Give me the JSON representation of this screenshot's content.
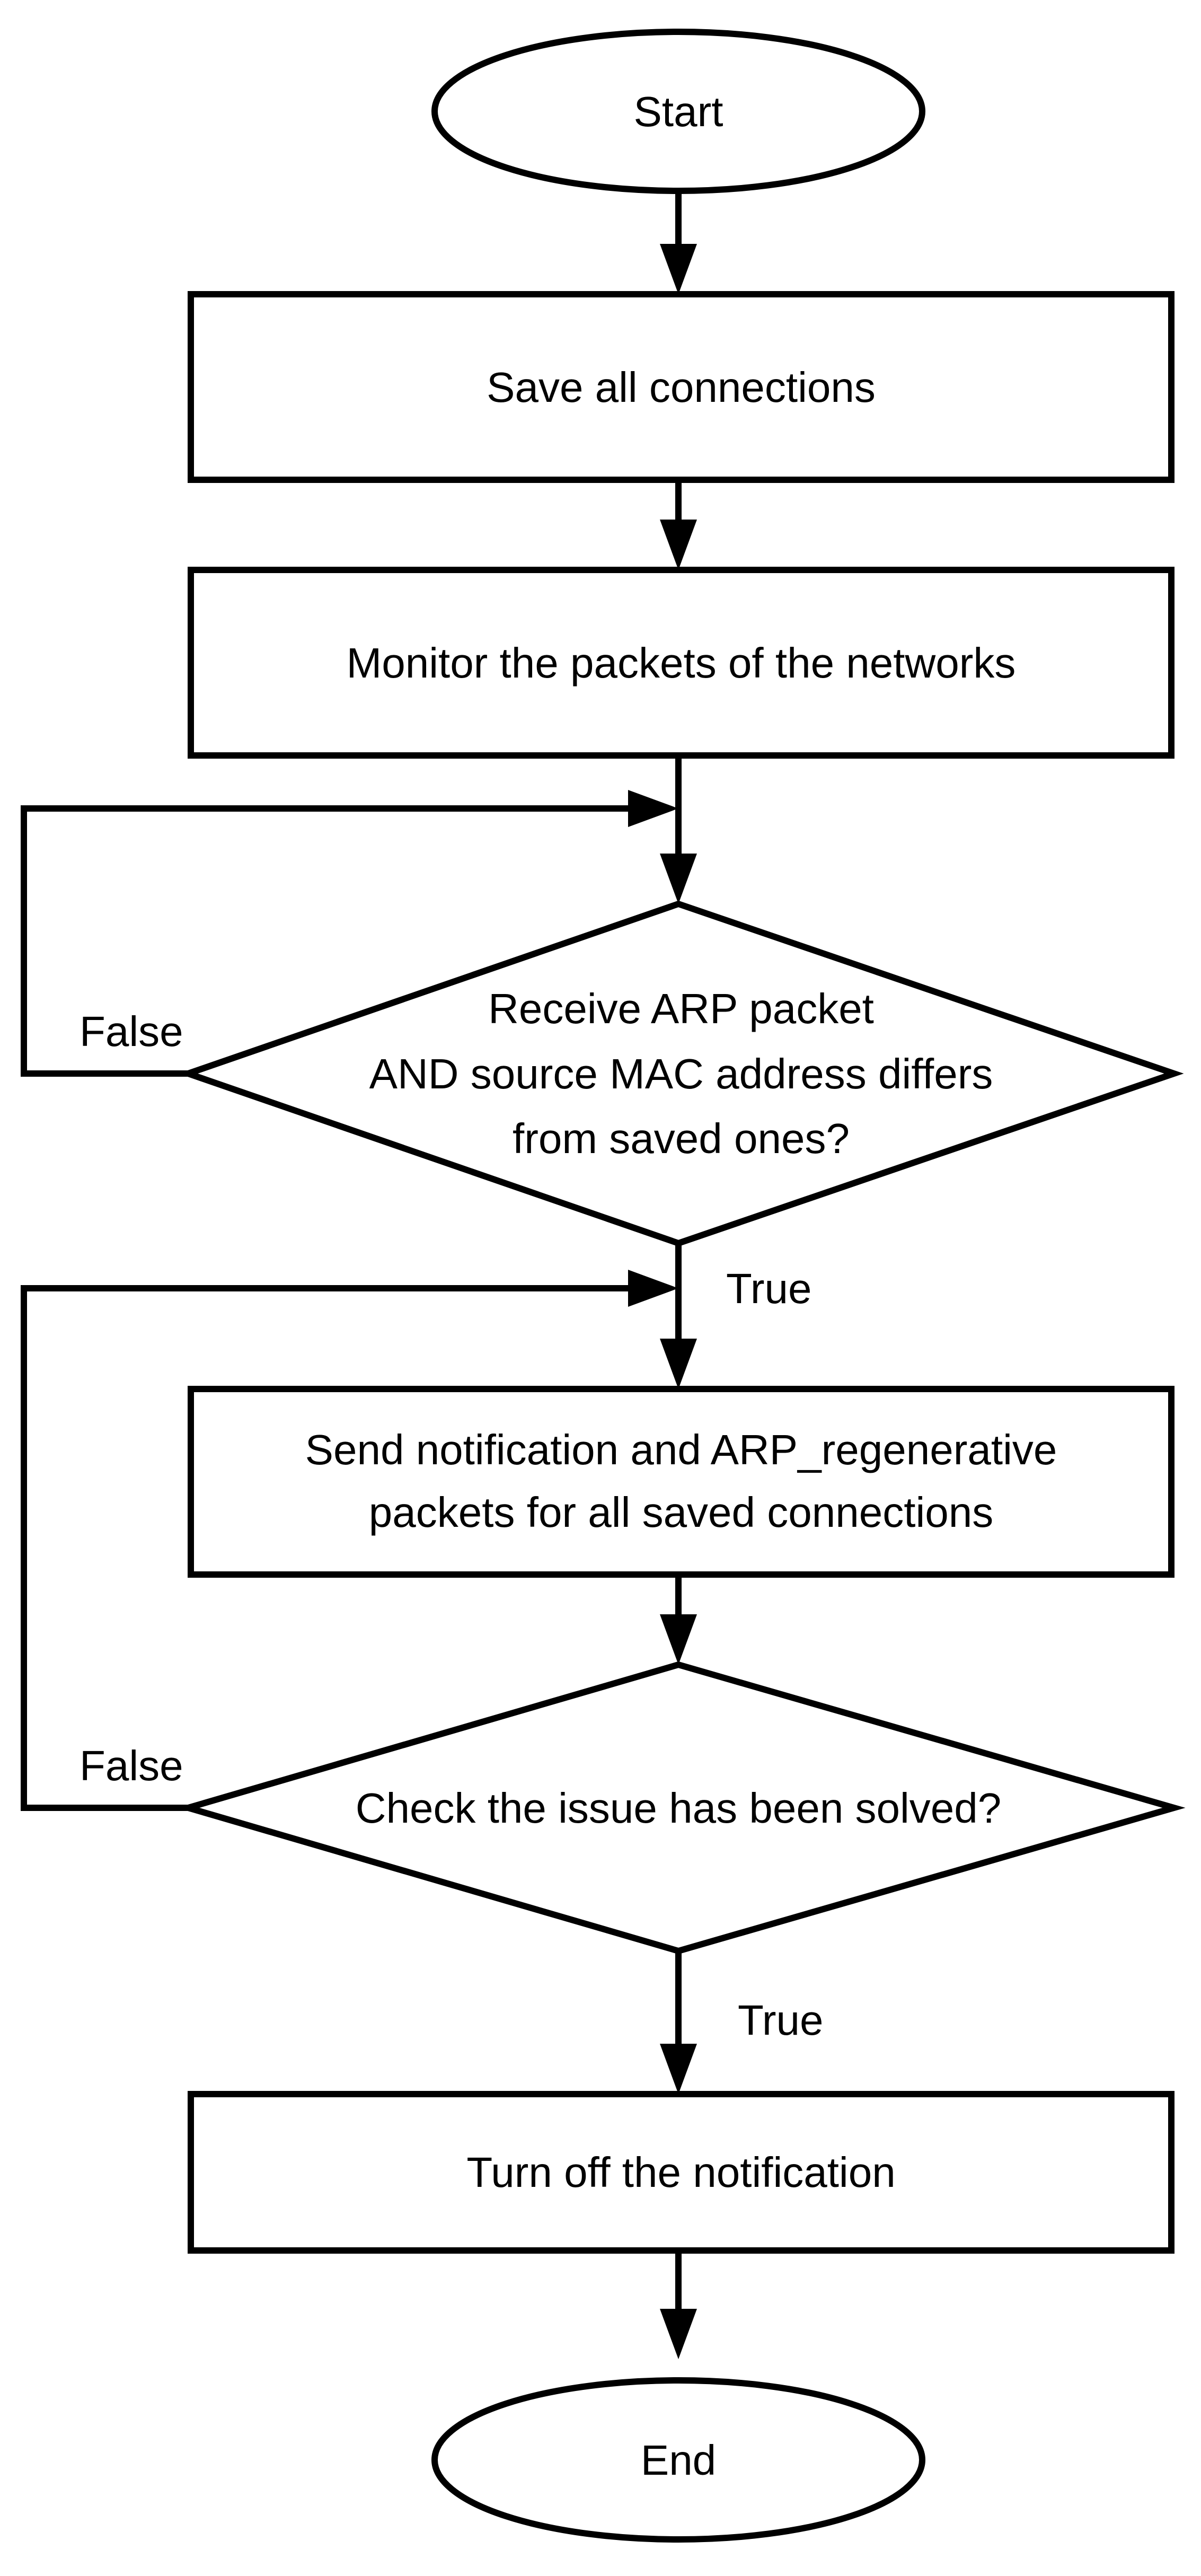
{
  "colors": {
    "background": "#ffffff",
    "stroke": "#000000",
    "text": "#000000"
  },
  "nodes": {
    "start": {
      "type": "terminator",
      "label": "Start"
    },
    "save_connections": {
      "type": "process",
      "label": "Save all connections"
    },
    "monitor_packets": {
      "type": "process",
      "label": "Monitor the packets of the networks"
    },
    "arp_check": {
      "type": "decision",
      "lines": [
        "Receive ARP packet",
        "AND source MAC address differs",
        "from saved ones?"
      ]
    },
    "send_notification": {
      "type": "process",
      "lines": [
        "Send notification and ARP_regenerative",
        "packets for all saved connections"
      ]
    },
    "issue_solved_check": {
      "type": "decision",
      "label": "Check the issue has been solved?"
    },
    "turn_off_notification": {
      "type": "process",
      "label": "Turn off the notification"
    },
    "end": {
      "type": "terminator",
      "label": "End"
    }
  },
  "edges": {
    "arp_check_false": {
      "label": "False"
    },
    "arp_check_true": {
      "label": "True"
    },
    "issue_check_false": {
      "label": "False"
    },
    "issue_check_true": {
      "label": "True"
    }
  }
}
